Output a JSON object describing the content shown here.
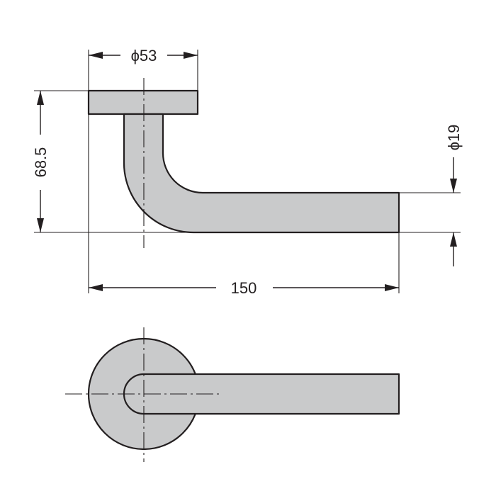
{
  "colors": {
    "part_fill": "#c9cacb",
    "line": "#231f20",
    "background": "#ffffff"
  },
  "dimensions": {
    "rose_diameter": "ϕ53",
    "height": "68.5",
    "length": "150",
    "grip_diameter": "ϕ19"
  }
}
